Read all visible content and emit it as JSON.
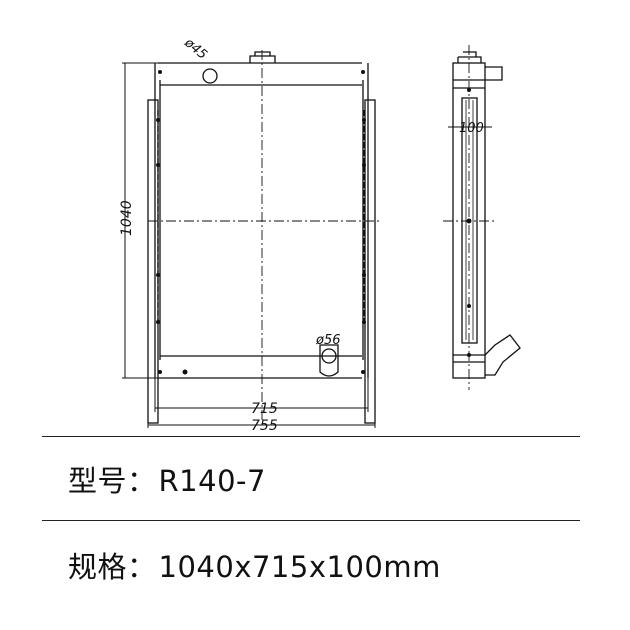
{
  "drawing": {
    "dimensions": {
      "height": "1040",
      "core_width": "715",
      "overall_width": "755",
      "depth": "100",
      "inlet_diameter": "ø45",
      "outlet_diameter": "ø56"
    }
  },
  "specs": [
    {
      "label": "型号：",
      "value": "R140-7"
    },
    {
      "label": "规格：",
      "value": "1040x715x100mm"
    }
  ]
}
